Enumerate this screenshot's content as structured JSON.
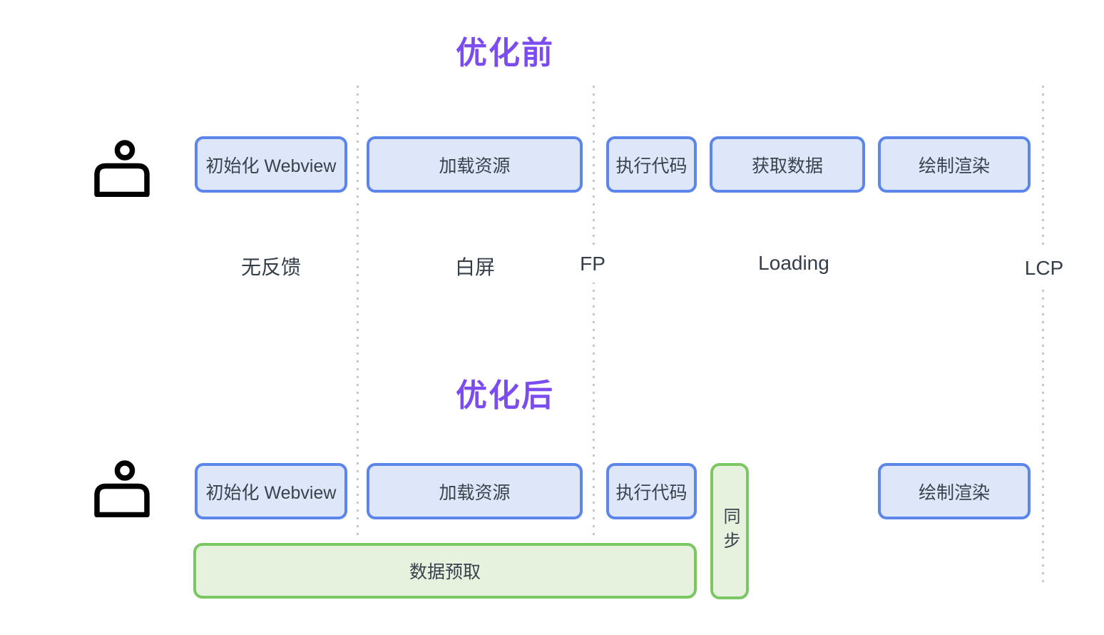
{
  "before": {
    "title": "优化前",
    "box_init": "初始化 Webview",
    "box_load": "加载资源",
    "box_exec": "执行代码",
    "box_fetch": "获取数据",
    "box_render": "绘制渲染",
    "label_no_feedback": "无反馈",
    "label_white_screen": "白屏",
    "label_fp": "FP",
    "label_loading": "Loading",
    "label_lcp": "LCP"
  },
  "after": {
    "title": "优化后",
    "box_init": "初始化 Webview",
    "box_load": "加载资源",
    "box_exec": "执行代码",
    "box_sync": "同步",
    "box_render": "绘制渲染",
    "box_prefetch": "数据预取"
  },
  "icons": {
    "person": "person-icon"
  },
  "colors": {
    "title_purple": "#7b4df0",
    "blue_border": "#5c86ea",
    "blue_fill": "#dee7f9",
    "green_border": "#7cc763",
    "green_fill": "#e5f2dd",
    "box_text": "#3a424e",
    "label_text": "#353d49",
    "dotted_line": "#c7c7c7",
    "background": "#ffffff"
  }
}
